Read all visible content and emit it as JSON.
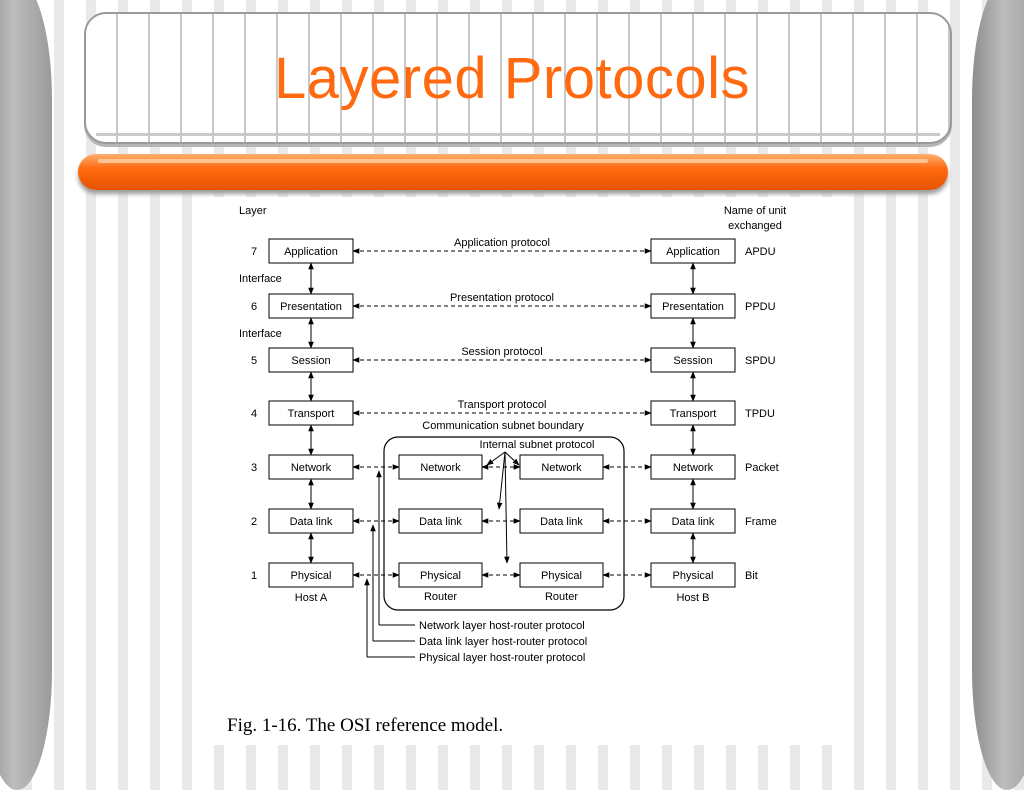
{
  "slide": {
    "title": "Layered Protocols"
  },
  "colors": {
    "title_text": "#ff6a10",
    "accent_bar": "#ff6a10",
    "pillar": "#a0a0a0"
  },
  "diagram": {
    "layer_header": "Layer",
    "unit_header": [
      "Name of unit",
      "exchanged"
    ],
    "interface_label": "Interface",
    "layers": [
      {
        "number": "7",
        "name": "Application",
        "protocol": "Application protocol",
        "unit": "APDU"
      },
      {
        "number": "6",
        "name": "Presentation",
        "protocol": "Presentation protocol",
        "unit": "PPDU"
      },
      {
        "number": "5",
        "name": "Session",
        "protocol": "Session protocol",
        "unit": "SPDU"
      },
      {
        "number": "4",
        "name": "Transport",
        "protocol": "Transport protocol",
        "unit": "TPDU"
      },
      {
        "number": "3",
        "name": "Network",
        "unit": "Packet"
      },
      {
        "number": "2",
        "name": "Data link",
        "unit": "Frame"
      },
      {
        "number": "1",
        "name": "Physical",
        "unit": "Bit"
      }
    ],
    "host_a": "Host A",
    "host_b": "Host B",
    "router": "Router",
    "subnet_boundary": "Communication subnet boundary",
    "internal_subnet_protocol": "Internal subnet protocol",
    "router_protocols": [
      "Network layer host-router protocol",
      "Data link layer host-router protocol",
      "Physical layer host-router protocol"
    ]
  },
  "caption": "Fig. 1-16. The OSI reference model."
}
